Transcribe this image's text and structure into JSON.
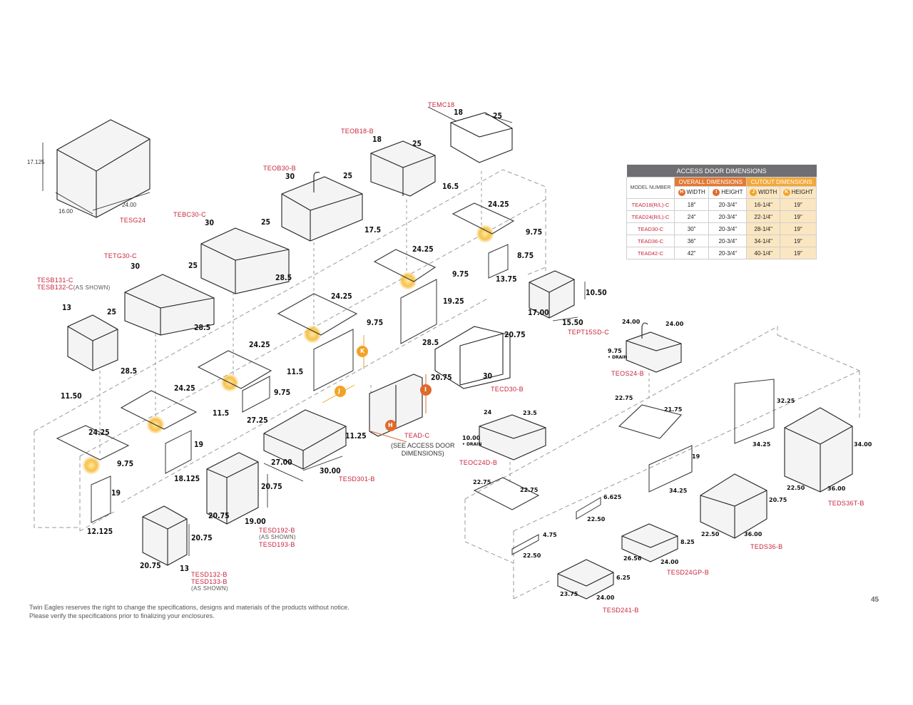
{
  "colors": {
    "label_red": "#c8243b",
    "line": "#333333",
    "dashed": "#9a9a9a",
    "outlet_glow": "#f6c24a",
    "orange_H_I": "#e06a2c",
    "gold_J_K": "#f2a325",
    "table_header": "#6f6f73"
  },
  "page_number": "45",
  "footer": {
    "line1": "Twin Eagles reserves the right to change the specifications, designs and materials of the products without notice.",
    "line2": "Please verify the specifications prior to finalizing your enclosures."
  },
  "access_table": {
    "title": "ACCESS DOOR DIMENSIONS",
    "group_overall": "OVERALL DIMENSIONS",
    "group_cutout": "CUTOUT DIMENSIONS",
    "model_header": "MODEL NUMBER",
    "col_labels": [
      {
        "badge": "H",
        "label": "WIDTH"
      },
      {
        "badge": "I",
        "label": "HEIGHT"
      },
      {
        "badge": "J",
        "label": "WIDTH"
      },
      {
        "badge": "K",
        "label": "HEIGHT"
      }
    ],
    "rows": [
      {
        "model": "TEAD18(R/L)-C",
        "h": "18\"",
        "i": "20-3/4\"",
        "j": "16-1/4\"",
        "k": "19\""
      },
      {
        "model": "TEAD24(R/L)-C",
        "h": "24\"",
        "i": "20-3/4\"",
        "j": "22-1/4\"",
        "k": "19\""
      },
      {
        "model": "TEAD30-C",
        "h": "30\"",
        "i": "20-3/4\"",
        "j": "28-1/4\"",
        "k": "19\""
      },
      {
        "model": "TEAD36-C",
        "h": "36\"",
        "i": "20-3/4\"",
        "j": "34-1/4\"",
        "k": "19\""
      },
      {
        "model": "TEAD42-C",
        "h": "42\"",
        "i": "20-3/4\"",
        "j": "40-1/4\"",
        "k": "19\""
      }
    ]
  },
  "products": {
    "tesg24": "TESG24",
    "tesb131": "TESB131-C",
    "tesb132": "TESB132-C",
    "tesb132_note": "(AS SHOWN)",
    "tetg30": "TETG30-C",
    "tebc30": "TEBC30-C",
    "teob30": "TEOB30-B",
    "teob18": "TEOB18-B",
    "temc18": "TEMC18",
    "tept15": "TEPT15SD-C",
    "tecd30": "TECD30-B",
    "tead": "TEAD-C",
    "tead_note1": "(SEE ACCESS DOOR",
    "tead_note2": "DIMENSIONS)",
    "tesd301": "TESD301-B",
    "tesd192": "TESD192-B",
    "tesd192_note": "(AS SHOWN)",
    "tesd193": "TESD193-B",
    "tesd132": "TESD132-B",
    "tesd133": "TESD133-B",
    "tesd133_note": "(AS SHOWN)",
    "teos24": "TEOS24-B",
    "teoc24": "TEOC24D-B",
    "teds36t": "TEDS36T-B",
    "teds36": "TEDS36-B",
    "tesd24gp": "TESD24GP-B",
    "tesd241": "TESD241-B"
  },
  "dims": {
    "tesg_h": "17.125",
    "tesg_w": "24.00",
    "tesg_d": "16.00",
    "temc_w": "18",
    "temc_d": "25",
    "teob18_w": "18",
    "teob18_d": "25",
    "teob30_w": "30",
    "teob30_d": "25",
    "tebc_w": "30",
    "tebc_d": "25",
    "tetg_w": "30",
    "tetg_d": "25",
    "tesb_w": "13",
    "tesb_d": "25",
    "c_165": "16.5",
    "c_2425a": "24.25",
    "c_975a": "9.75",
    "c_875": "8.75",
    "c_1375": "13.75",
    "c_175": "17.5",
    "c_2425b": "24.25",
    "c_975b": "9.75",
    "c_1925": "19.25",
    "c_285a": "28.5",
    "c_2425c": "24.25",
    "c_975c": "9.75",
    "c_285b": "28.5",
    "c_2425d": "24.25",
    "c_115a": "11.5",
    "c_975d": "9.75",
    "c_2725": "27.25",
    "c_285c": "28.5",
    "c_2425e": "24.25",
    "c_115b": "11.5",
    "c_1150": "11.50",
    "c_2425f": "24.25",
    "c_975e": "9.75",
    "c_19a": "19",
    "c_12125": "12.125",
    "c_19b": "19",
    "c_18125": "18.125",
    "tept_h": "10.50",
    "tept_w": "17.00",
    "tept_d": "15.50",
    "tecd_285": "28.5",
    "tecd_2075": "20.75",
    "tecd_30": "30",
    "tead_2075": "20.75",
    "tesd301_h": "11.25",
    "tesd301_d": "27.00",
    "tesd301_w": "30.00",
    "tesd192_h": "20.75",
    "tesd192_d": "20.75",
    "tesd192_w": "19.00",
    "tesd132_h": "20.75",
    "tesd132_d": "20.75",
    "tesd132_w": "13",
    "teos_w": "24.00",
    "teos_d": "24.00",
    "teos_drain": "9.75",
    "teos_drain_word": "DRAIN",
    "teoc_w": "24",
    "teoc_d": "23.5",
    "teoc_drain": "10.00",
    "teoc_drain_word": "DRAIN",
    "cut_2275a": "22.75",
    "cut_2175": "21.75",
    "cut_2275b": "22.75",
    "cut_2275c": "22.75",
    "cut_3225": "32.25",
    "cut_3425a": "34.25",
    "cut_19": "19",
    "cut_3425b": "34.25",
    "teds36t_h": "34.00",
    "teds36t_d": "22.50",
    "teds36t_w": "36.00",
    "teds36_h": "20.75",
    "teds36_d": "22.50",
    "teds36_w": "36.00",
    "cut_6625": "6.625",
    "cut_2250a": "22.50",
    "cut_475": "4.75",
    "cut_2250b": "22.50",
    "tesd24gp_h": "8.25",
    "tesd24gp_d": "26.56",
    "tesd24gp_w": "24.00",
    "tesd241_h": "6.25",
    "tesd241_d": "23.75",
    "tesd241_w": "24.00"
  },
  "badges": {
    "h": "H",
    "i": "I",
    "j": "J",
    "k": "K"
  }
}
